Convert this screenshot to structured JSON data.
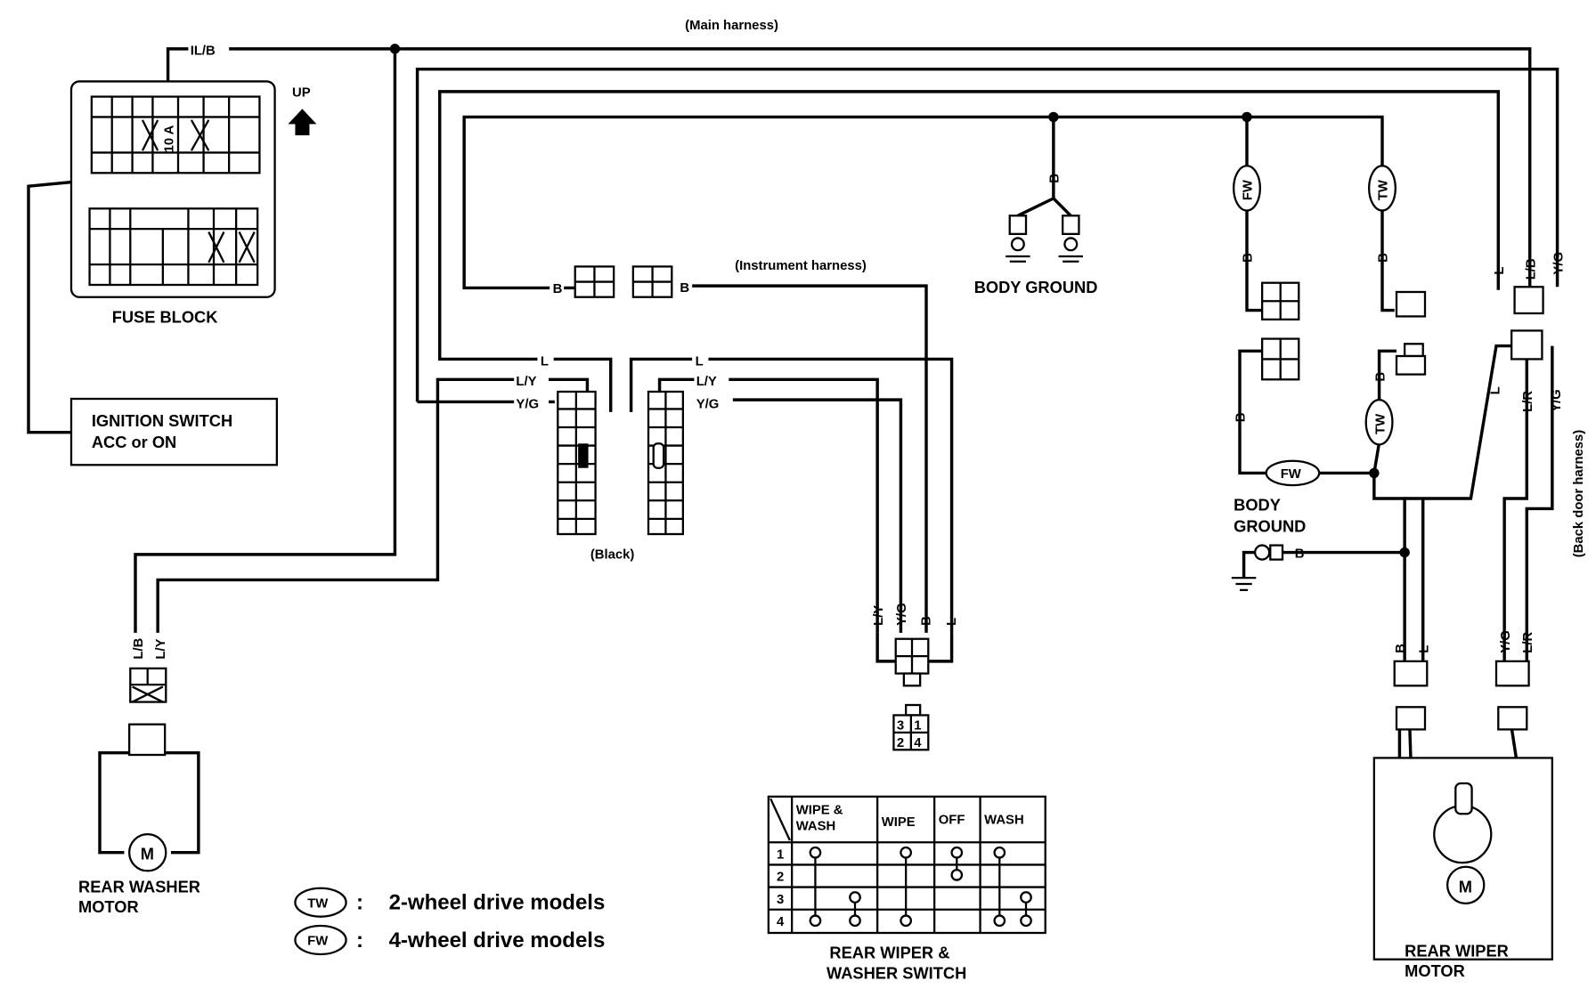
{
  "harness_labels": {
    "main": "(Main harness)",
    "instrument": "(Instrument harness)",
    "back_door": "(Back door harness)",
    "black": "(Black)"
  },
  "components": {
    "fuse_block": "FUSE BLOCK",
    "fuse_rating": "10 A",
    "up": "UP",
    "ignition_line1": "IGNITION SWITCH",
    "ignition_line2": "ACC or ON",
    "body_ground_top": "BODY GROUND",
    "body_ground_right_1": "BODY",
    "body_ground_right_2": "GROUND",
    "washer_motor_1": "REAR WASHER",
    "washer_motor_2": "MOTOR",
    "wiper_motor_1": "REAR WIPER",
    "wiper_motor_2": "MOTOR",
    "switch_1": "REAR WIPER &",
    "switch_2": "WASHER SWITCH",
    "motor_symbol": "M"
  },
  "wires": {
    "lb": "L/B",
    "lb_top": "IL/B",
    "ly": "L/Y",
    "yg": "Y/G",
    "l": "L",
    "b": "B",
    "lr": "L/R"
  },
  "variants": {
    "tw": "TW",
    "fw": "FW"
  },
  "legend": [
    {
      "code": "TW",
      "text": "2-wheel drive models"
    },
    {
      "code": "FW",
      "text": "4-wheel drive models"
    }
  ],
  "switch_table": {
    "columns": [
      "WIPE & WASH",
      "WIPE",
      "OFF",
      "WASH"
    ],
    "rows": [
      "1",
      "2",
      "3",
      "4"
    ],
    "pins": [
      "3",
      "1",
      "2",
      "4"
    ]
  }
}
